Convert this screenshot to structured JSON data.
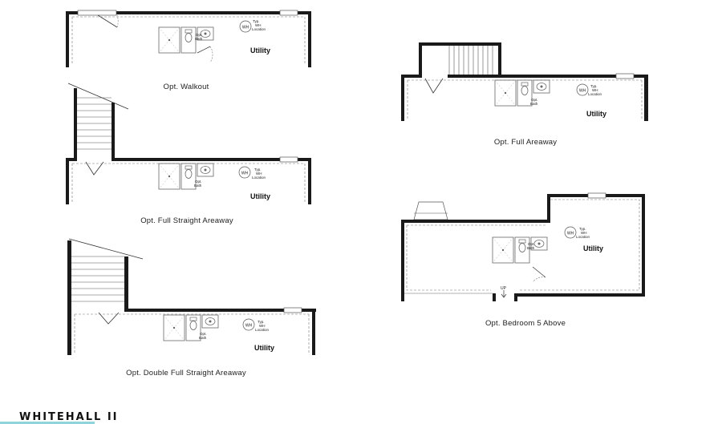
{
  "plans": [
    {
      "key": "walkout",
      "caption": "Opt. Walkout",
      "room": "Utility",
      "bath": [
        "Opt.",
        "Bath"
      ],
      "wh": "WH",
      "wh_note": [
        "Typ.",
        "WH",
        "Location"
      ]
    },
    {
      "key": "full_straight",
      "caption": "Opt. Full Straight Areaway",
      "room": "Utility",
      "bath": [
        "Opt.",
        "Bath"
      ],
      "wh": "WH",
      "wh_note": [
        "Typ.",
        "WH",
        "Location"
      ]
    },
    {
      "key": "double_full_straight",
      "caption": "Opt. Double Full Straight Areaway",
      "room": "Utility",
      "bath": [
        "Opt.",
        "Bath"
      ],
      "wh": "WH",
      "wh_note": [
        "Typ.",
        "WH",
        "Location"
      ]
    },
    {
      "key": "full_areaway",
      "caption": "Opt. Full Areaway",
      "room": "Utility",
      "bath": [
        "Opt.",
        "Bath"
      ],
      "wh": "WH",
      "wh_note": [
        "Typ.",
        "WH",
        "Location"
      ]
    },
    {
      "key": "bedroom5",
      "caption": "Opt. Bedroom 5 Above",
      "room": "Utility",
      "bath": [
        "Opt.",
        "Bath"
      ],
      "wh": "WH",
      "wh_note": [
        "Typ.",
        "WH",
        "Location"
      ],
      "stair_label": "UP"
    }
  ],
  "brand": {
    "name": "WHITEHALL II",
    "accent_color": "#8fd3dc"
  },
  "colors": {
    "wall": "#1a1a1a",
    "dash": "#777777"
  }
}
